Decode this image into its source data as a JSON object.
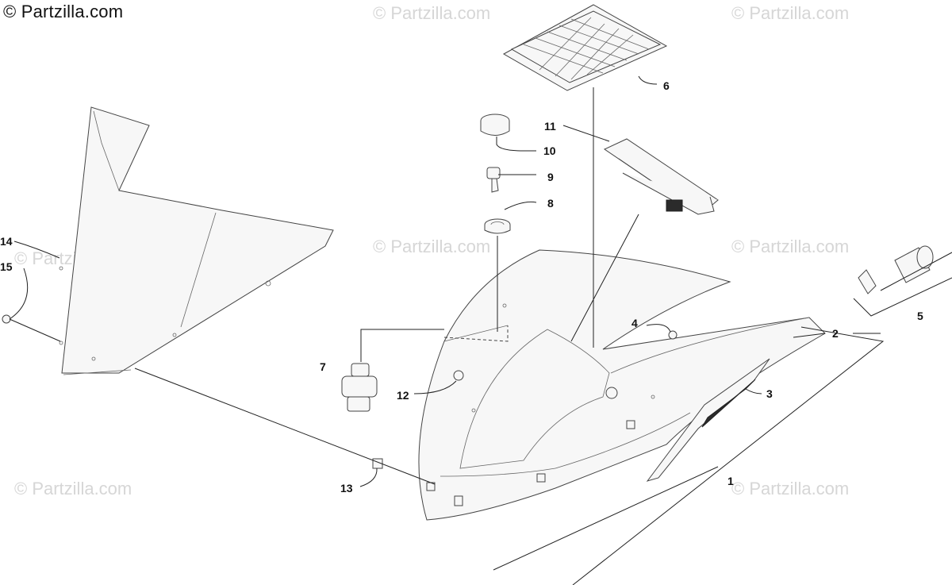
{
  "copyright": "© Partzilla.com",
  "watermark_text": "© Partzilla.com",
  "callouts": {
    "c1": "1",
    "c2": "2",
    "c3": "3",
    "c4": "4",
    "c5": "5",
    "c6": "6",
    "c7": "7",
    "c8": "8",
    "c9": "9",
    "c10": "10",
    "c11": "11",
    "c12": "12",
    "c13": "13",
    "c14": "14",
    "c15": "15"
  }
}
